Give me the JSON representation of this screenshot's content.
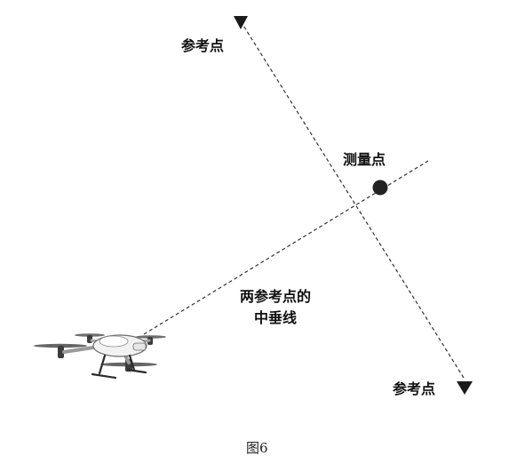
{
  "labels": {
    "ref_top": "参考点",
    "measure_point": "测量点",
    "perp_bisector_line1": "两参考点的",
    "perp_bisector_line2": "中垂线",
    "ref_bottom": "参考点"
  },
  "caption": "图6",
  "colors": {
    "line": "#333333",
    "arrow": "#1a1a1a",
    "point": "#222222",
    "drone_body": "#f2f2f2",
    "drone_edge": "#6b6b6b"
  },
  "icons": {
    "drone": "drone-icon",
    "measure_point": "dot-icon",
    "arrow": "triangle-arrow-icon"
  }
}
